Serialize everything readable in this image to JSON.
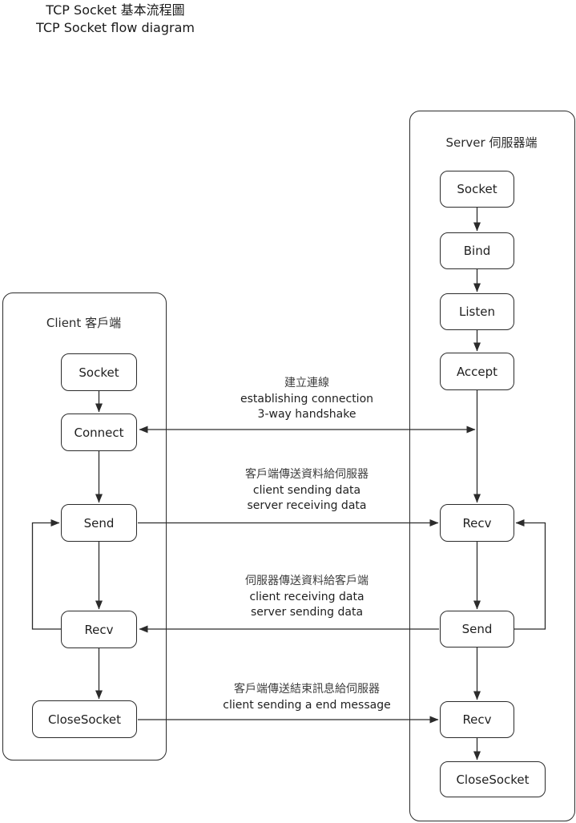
{
  "title": {
    "line1": "TCP Socket 基本流程圖",
    "line2": "TCP Socket flow diagram"
  },
  "client": {
    "label": "Client 客戶端",
    "nodes": [
      {
        "label": "Socket"
      },
      {
        "label": "Connect"
      },
      {
        "label": "Send"
      },
      {
        "label": "Recv"
      },
      {
        "label": "CloseSocket"
      }
    ]
  },
  "server": {
    "label": "Server 伺服器端",
    "nodes": [
      {
        "label": "Socket"
      },
      {
        "label": "Bind"
      },
      {
        "label": "Listen"
      },
      {
        "label": "Accept"
      },
      {
        "label": "Recv"
      },
      {
        "label": "Send"
      },
      {
        "label": "Recv"
      },
      {
        "label": "CloseSocket"
      }
    ]
  },
  "flow_labels": [
    {
      "zh": "建立連線",
      "en1": "establishing connection",
      "en2": "3-way handshake"
    },
    {
      "zh": "客戶端傳送資料給伺服器",
      "en1": "client sending data",
      "en2": "server receiving data"
    },
    {
      "zh": "伺服器傳送資料給客戶端",
      "en1": "client receiving data",
      "en2": "server sending data"
    },
    {
      "zh": "客戶端傳送結束訊息給伺服器",
      "en1": "client sending a end message",
      "en2": ""
    }
  ],
  "colors": {
    "line": "#2b2b2b",
    "text": "#1f1f1f",
    "zh_text": "#3f3f3f",
    "background": "#ffffff"
  }
}
